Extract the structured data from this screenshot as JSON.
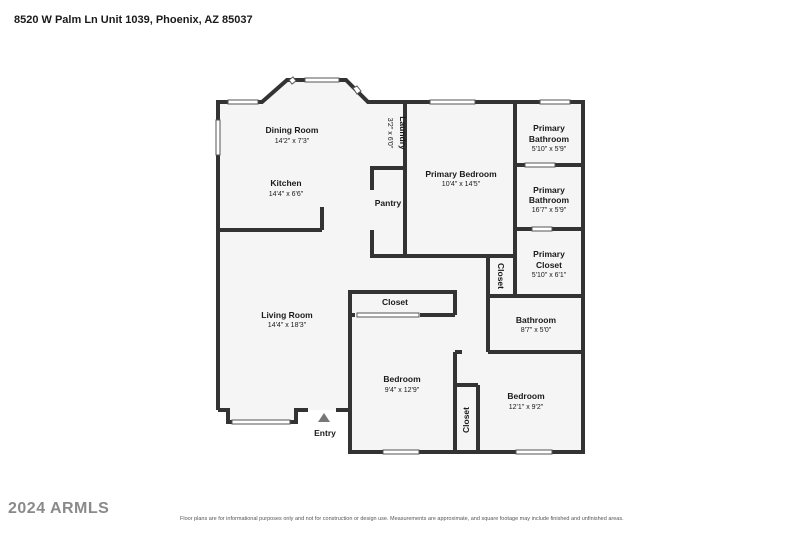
{
  "address": "8520 W Palm Ln Unit 1039, Phoenix, AZ 85037",
  "rooms": {
    "dining": {
      "name": "Dining Room",
      "dims": "14'2\" x 7'3\""
    },
    "kitchen": {
      "name": "Kitchen",
      "dims": "14'4\" x 6'6\""
    },
    "laundry": {
      "name": "Laundry",
      "dims": "3'2\" x 6'0\""
    },
    "pantry": {
      "name": "Pantry"
    },
    "primary_bedroom": {
      "name": "Primary Bedroom",
      "dims": "10'4\" x 14'5\""
    },
    "primary_bath_1": {
      "name1": "Primary",
      "name2": "Bathroom",
      "dims": "5'10\" x 5'9\""
    },
    "primary_bath_2": {
      "name1": "Primary",
      "name2": "Bathroom",
      "dims": "16'7\" x 5'9\""
    },
    "primary_closet": {
      "name1": "Primary",
      "name2": "Closet",
      "dims": "5'10\" x 6'1\""
    },
    "closet_vertical": {
      "name": "Closet"
    },
    "bathroom": {
      "name": "Bathroom",
      "dims": "8'7\" x 5'0\""
    },
    "living": {
      "name": "Living Room",
      "dims": "14'4\" x 18'3\""
    },
    "closet_top": {
      "name": "Closet"
    },
    "bedroom_1": {
      "name": "Bedroom",
      "dims": "9'4\" x 12'9\""
    },
    "bedroom_2": {
      "name": "Bedroom",
      "dims": "12'1\" x 9'2\""
    },
    "closet_small": {
      "name": "Closet"
    },
    "entry": {
      "name": "Entry"
    }
  },
  "watermark": "2024 ARMLS",
  "disclaimer": "Floor plans are for informational purposes only and not for construction or design use. Measurements are approximate, and square footage may include finished and unfinished areas."
}
